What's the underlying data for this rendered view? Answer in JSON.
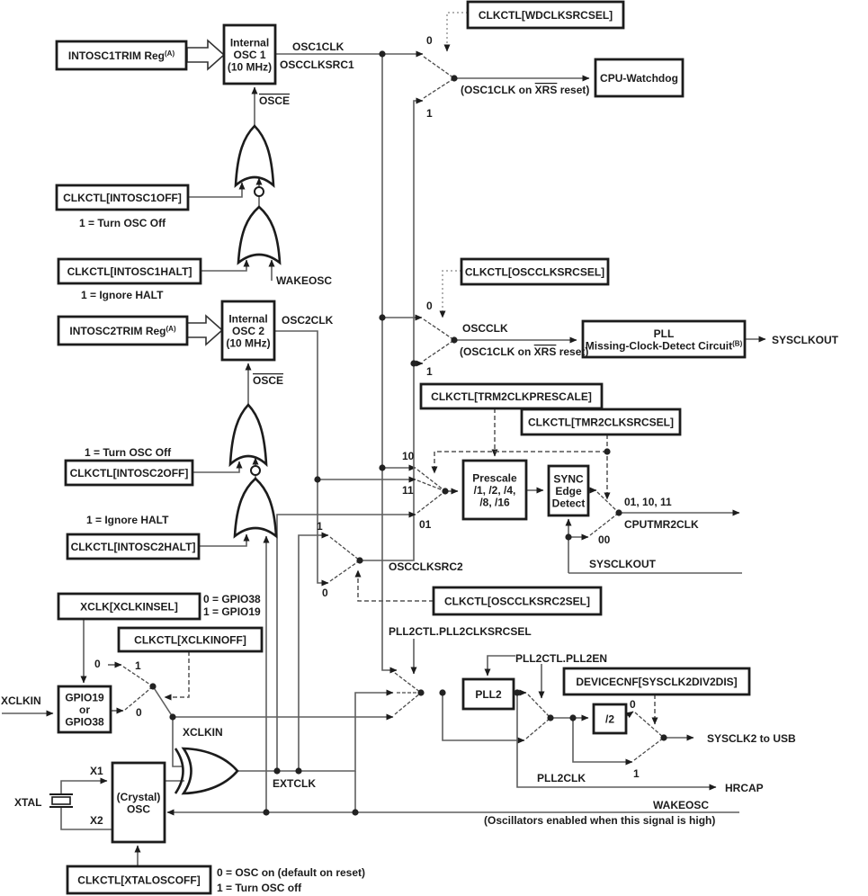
{
  "boxes": {
    "intosc1trim": {
      "lines": [
        "INTOSC1TRIM Reg"
      ],
      "sup": "(A)"
    },
    "osc1": {
      "lines": [
        "Internal",
        "OSC 1",
        "(10 MHz)"
      ]
    },
    "wdclksrcsel": {
      "lines": [
        "CLKCTL[WDCLKSRCSEL]"
      ]
    },
    "cpu_watchdog": {
      "lines": [
        "CPU-Watchdog"
      ]
    },
    "intosc1off": {
      "lines": [
        "CLKCTL[INTOSC1OFF]"
      ]
    },
    "intosc1halt": {
      "lines": [
        "CLKCTL[INTOSC1HALT]"
      ]
    },
    "intosc2trim": {
      "lines": [
        "INTOSC2TRIM Reg"
      ],
      "sup": "(A)"
    },
    "osc2": {
      "lines": [
        "Internal",
        "OSC 2",
        "(10 MHz)"
      ]
    },
    "oscclksrcsel": {
      "lines": [
        "CLKCTL[OSCCLKSRCSEL]"
      ]
    },
    "pll_mcd": {
      "lines": [
        "PLL",
        "Missing-Clock-Detect Circuit"
      ],
      "sup": "(B)"
    },
    "trm2clkprescale": {
      "lines": [
        "CLKCTL[TRM2CLKPRESCALE]"
      ]
    },
    "tmr2clksrcsel": {
      "lines": [
        "CLKCTL[TMR2CLKSRCSEL]"
      ]
    },
    "prescale": {
      "lines": [
        "Prescale",
        "/1, /2, /4,",
        "/8, /16"
      ]
    },
    "sync_edge": {
      "lines": [
        "SYNC",
        "Edge",
        "Detect"
      ]
    },
    "intosc2off": {
      "lines": [
        "CLKCTL[INTOSC2OFF]"
      ]
    },
    "intosc2halt": {
      "lines": [
        "CLKCTL[INTOSC2HALT]"
      ]
    },
    "oscclksrc2sel": {
      "lines": [
        "CLKCTL[OSCCLKSRC2SEL]"
      ]
    },
    "xclkinsel": {
      "lines": [
        "XCLK[XCLKINSEL]"
      ]
    },
    "xclkinoff": {
      "lines": [
        "CLKCTL[XCLKINOFF]"
      ]
    },
    "gpio_mux": {
      "lines": [
        "GPIO19",
        "or",
        "GPIO38"
      ]
    },
    "pll2": {
      "lines": [
        "PLL2"
      ]
    },
    "devicecnf": {
      "lines": [
        "DEVICECNF[SYSCLK2DIV2DIS]"
      ]
    },
    "div2": {
      "lines": [
        "/2"
      ]
    },
    "xtal_osc": {
      "lines": [
        "(Crystal)",
        "OSC"
      ]
    },
    "xtaloscoff": {
      "lines": [
        "CLKCTL[XTALOSCOFF]"
      ]
    }
  },
  "labels": {
    "osc1clk": "OSC1CLK",
    "oscclksrc1": "OSCCLKSRC1",
    "osce1": "OSCE",
    "turn_osc_off_1": "1 = Turn OSC Off",
    "wakeosc_g1": "WAKEOSC",
    "ignore_halt_1": "1 = Ignore HALT",
    "osc2clk": "OSC2CLK",
    "osce2": "OSCE",
    "turn_osc_off_2": "1 = Turn OSC Off",
    "ignore_halt_2": "1 = Ignore HALT",
    "wd_sel0": "0",
    "wd_sel1": "1",
    "osc1clk_on_xrs_wd": {
      "parts": [
        "(OSC1CLK on ",
        "XRS",
        " reset)"
      ]
    },
    "oscclk_sel0": "0",
    "oscclk_sel1": "1",
    "oscclk": "OSCCLK",
    "osc1clk_on_xrs_pll": {
      "parts": [
        "(OSC1CLK on ",
        "XRS",
        " reset)"
      ]
    },
    "sysclkout_pll": "SYSCLKOUT",
    "tmr_10": "10",
    "tmr_11": "11",
    "tmr_01": "01",
    "src2_1": "1",
    "src2_0": "0",
    "oscclksrc2": "OSCCLKSRC2",
    "tmr_out_codes": "01, 10, 11",
    "cputmr2clk": "CPUTMR2CLK",
    "tmr_00": "00",
    "sysclkout_tmr": "SYSCLKOUT",
    "gpio38_note": "0 = GPIO38",
    "gpio19_note": "1 = GPIO19",
    "xclkin_pin": "XCLKIN",
    "xclkin_zero": "0",
    "xclkin_sel1": "1",
    "xclkin_sel0": "0",
    "xclkin_net": "XCLKIN",
    "pll2clksrcsel": "PLL2CTL.PLL2CLKSRCSEL",
    "pll2en": "PLL2CTL.PLL2EN",
    "div2_sel0": "0",
    "div2_sel1": "1",
    "sysclk2_usb": "SYSCLK2 to USB",
    "pll2clk": "PLL2CLK",
    "hrcap": "HRCAP",
    "wakeosc_line": "WAKEOSC",
    "osc_enable_note": "(Oscillators enabled when this signal is high)",
    "extclk": "EXTCLK",
    "x1": "X1",
    "x2": "X2",
    "xtal": "XTAL",
    "xtalosc_note0": "0 = OSC on (default on reset)",
    "xtalosc_note1": "1 = Turn OSC off"
  },
  "colors": {
    "wire": "#5f5f5f",
    "border": "#1c1c1c",
    "dash": "#555555",
    "dot_gray": "#9a9a9a"
  }
}
